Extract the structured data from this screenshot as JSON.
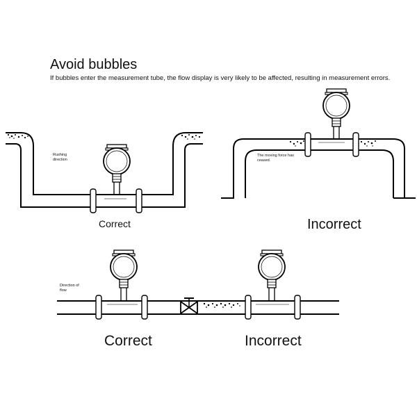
{
  "header": {
    "title": "Avoid bubbles",
    "subtitle": "If bubbles enter the measurement tube, the flow display is very likely to be affected, resulting in measurement errors."
  },
  "top_left": {
    "note_line1": "Rushing",
    "note_line2": "direction",
    "label": "Correct"
  },
  "top_right": {
    "note_line1": "The moving force has",
    "note_line2": "ceased.",
    "label": "Incorrect"
  },
  "bottom_left": {
    "note_line1": "Direction of",
    "note_line2": "flow",
    "label": "Correct"
  },
  "bottom_right": {
    "label": "Incorrect"
  }
}
